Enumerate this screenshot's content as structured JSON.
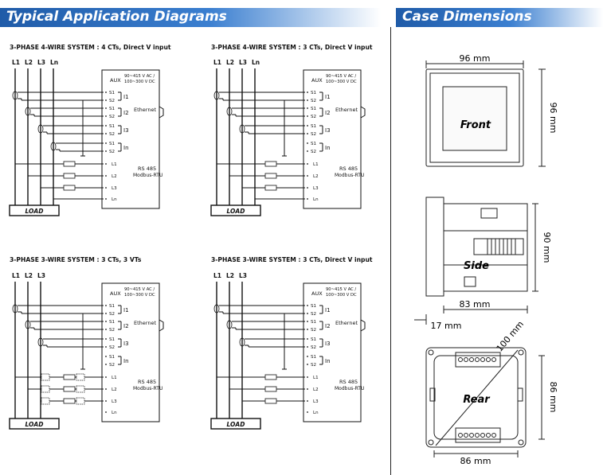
{
  "headers": {
    "left": "Typical Application Diagrams",
    "right": "Case Dimensions"
  },
  "diagrams": [
    {
      "title": "3-PHASE 4-WIRE SYSTEM : 4 CTs, Direct V input",
      "lines": [
        "L1",
        "L2",
        "L3",
        "Ln"
      ],
      "ct": [
        "I1",
        "I2",
        "I3",
        "In"
      ],
      "load": "LOAD"
    },
    {
      "title": "3-PHASE 4-WIRE SYSTEM : 3 CTs, Direct V input",
      "lines": [
        "L1",
        "L2",
        "L3",
        "Ln"
      ],
      "ct": [
        "I1",
        "I2",
        "I3",
        "In"
      ],
      "load": "LOAD"
    },
    {
      "title": "3-PHASE 3-WIRE SYSTEM : 3 CTs, 3 VTs",
      "lines": [
        "L1",
        "L2",
        "L3"
      ],
      "ct": [
        "I1",
        "I2",
        "I3",
        "In"
      ],
      "load": "LOAD"
    },
    {
      "title": "3-PHASE 3-WIRE SYSTEM : 3 CTs, Direct V input",
      "lines": [
        "L1",
        "L2",
        "L3"
      ],
      "ct": [
        "I1",
        "I2",
        "I3",
        "In"
      ],
      "load": "LOAD"
    }
  ],
  "meter": {
    "aux": "AUX",
    "aux_spec": [
      "90~415 V AC /",
      "100~300 V DC"
    ],
    "terminals": [
      "S1",
      "S2",
      "S1",
      "S2",
      "S1",
      "S2",
      "S1",
      "S2"
    ],
    "ethernet": "Ethernet",
    "rs485": "RS 485",
    "modbus": "Modbus-RTU",
    "voltage_terminals": [
      "L1",
      "L2",
      "L3",
      "Ln"
    ]
  },
  "case": {
    "front_label": "Front",
    "side_label": "Side",
    "rear_label": "Rear",
    "front_width": "96 mm",
    "front_height": "96 mm",
    "side_height": "90 mm",
    "side_depth": "83 mm",
    "side_front": "17 mm",
    "rear_diag": "100 mm",
    "rear_height": "86 mm",
    "rear_width": "86 mm"
  }
}
